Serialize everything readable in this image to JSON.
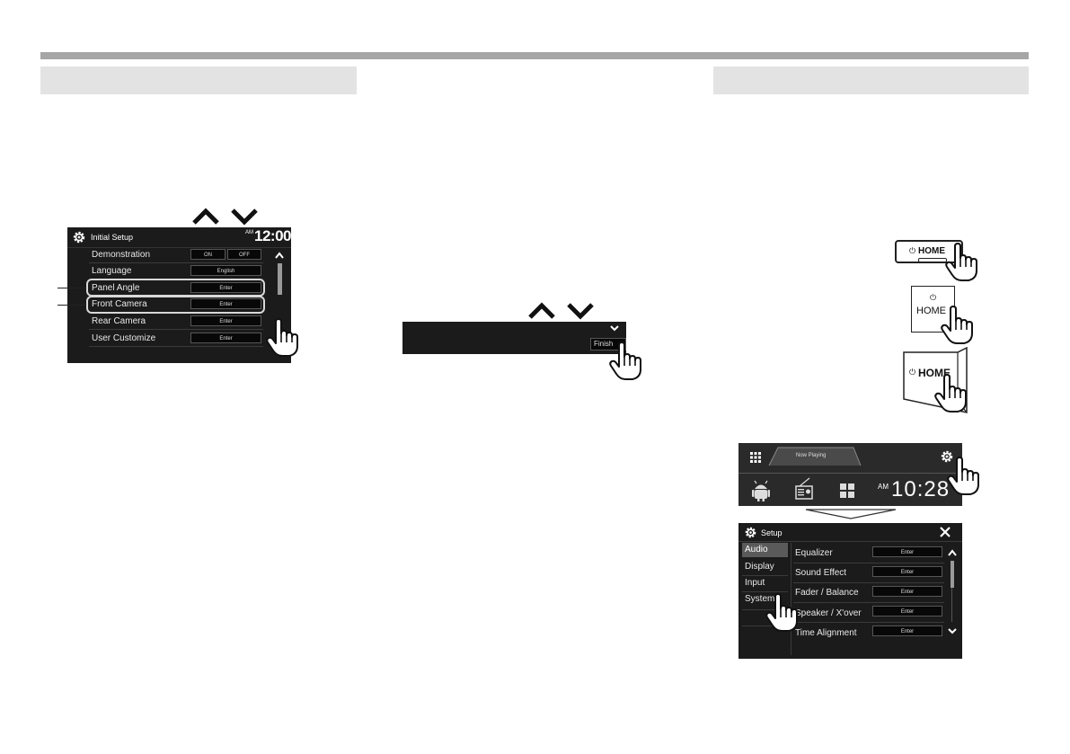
{
  "initial_setup": {
    "title": "Initial Setup",
    "ampm": "AM",
    "time": "12:00",
    "rows": [
      {
        "label": "Demonstration",
        "buttons": [
          "ON",
          "OFF"
        ]
      },
      {
        "label": "Language",
        "buttons": [
          "English"
        ]
      },
      {
        "label": "Panel Angle",
        "buttons": [
          "Enter"
        ]
      },
      {
        "label": "Front Camera",
        "buttons": [
          "Enter"
        ]
      },
      {
        "label": "Rear Camera",
        "buttons": [
          "Enter"
        ]
      },
      {
        "label": "User Customize",
        "buttons": [
          "Enter"
        ]
      }
    ],
    "icons": [
      "gear-icon",
      "chevron-up-icon",
      "scrollbar",
      "hand-pointer-icon"
    ]
  },
  "finish_screen": {
    "finish_label": "Finish",
    "icons": [
      "chevron-down-icon",
      "hand-pointer-icon"
    ]
  },
  "home_buttons": {
    "label": "HOME",
    "icons": [
      "power-icon",
      "hand-pointer-icon"
    ]
  },
  "home_screen": {
    "now_playing": "Now Playing",
    "ampm": "AM",
    "time": "10:28",
    "icons": [
      "apps-grid-icon",
      "gear-icon",
      "android-auto-icon",
      "radio-icon",
      "source-grid-icon",
      "hand-pointer-icon"
    ]
  },
  "setup_screen": {
    "title": "Setup",
    "categories": [
      "Audio",
      "Display",
      "Input",
      "System"
    ],
    "rows": [
      {
        "label": "Equalizer",
        "button": "Enter"
      },
      {
        "label": "Sound Effect",
        "button": "Enter"
      },
      {
        "label": "Fader / Balance",
        "button": "Enter"
      },
      {
        "label": "Speaker / X'over",
        "button": "Enter"
      },
      {
        "label": "Time Alignment",
        "button": "Enter"
      }
    ],
    "icons": [
      "gear-icon",
      "close-icon",
      "chevron-up-icon",
      "chevron-down-icon",
      "hand-pointer-icon"
    ]
  }
}
